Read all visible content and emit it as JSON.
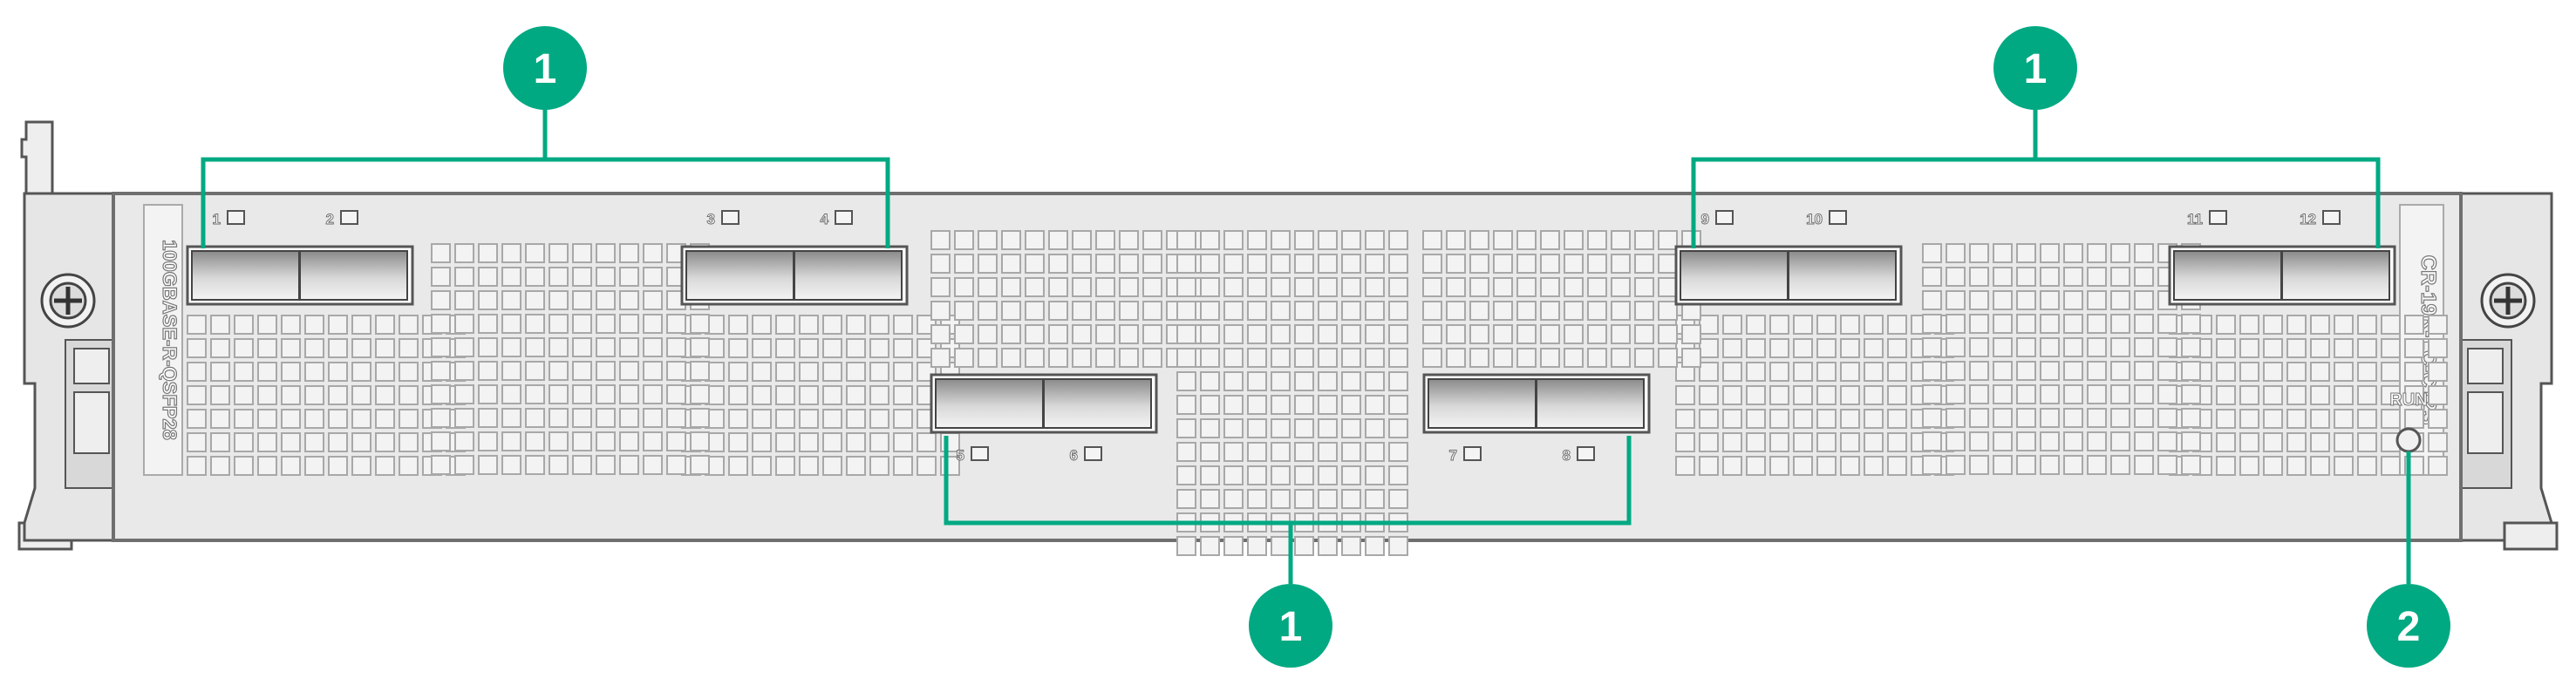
{
  "colors": {
    "callout": "#01a982",
    "callout_text": "#ffffff",
    "panel_fill": "#e9e9e9",
    "panel_stroke": "#6f6f6f",
    "vent_fill": "#f3f3f3",
    "vent_stroke": "#a8a8a8",
    "port_dark": "#8c8c8c",
    "port_light": "#f2f2f2"
  },
  "card": {
    "model_label": "100GBASE-R-QSFP28",
    "card_name": "CR-19K-LC-C12S",
    "run_label": "RUN"
  },
  "ports": [
    {
      "number": "1"
    },
    {
      "number": "2"
    },
    {
      "number": "3"
    },
    {
      "number": "4"
    },
    {
      "number": "5"
    },
    {
      "number": "6"
    },
    {
      "number": "7"
    },
    {
      "number": "8"
    },
    {
      "number": "9"
    },
    {
      "number": "10"
    },
    {
      "number": "11"
    },
    {
      "number": "12"
    }
  ],
  "callouts": [
    {
      "label": "1"
    },
    {
      "label": "1"
    },
    {
      "label": "1"
    },
    {
      "label": "2"
    }
  ]
}
